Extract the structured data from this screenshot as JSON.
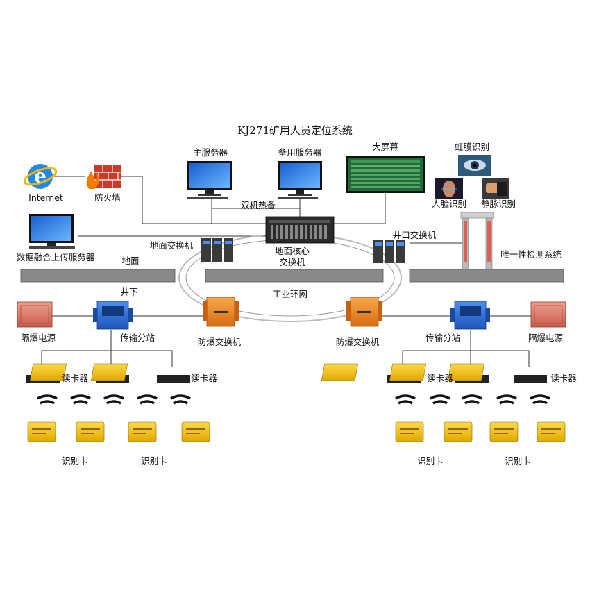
{
  "title": "KJ271矿用人员定位系统",
  "labels": {
    "main_server": "主服务器",
    "backup_server": "备用服务器",
    "big_screen": "大屏幕",
    "iris": "虹膜识别",
    "face": "人脸识别",
    "vein": "静脉识别",
    "internet": "Internet",
    "firewall": "防火墙",
    "dual_hot": "双机热备",
    "fusion_server": "数据融合上传服务器",
    "ground_switch": "地面交换机",
    "core_switch_1": "地面核心",
    "core_switch_2": "交换机",
    "well_switch": "井口交换机",
    "unique_detect": "唯一性检测系统",
    "surface": "地面",
    "underground": "井下",
    "ring": "工业环网",
    "power_left": "隔爆电源",
    "power_right": "隔爆电源",
    "substation_left": "传输分站",
    "substation_right": "传输分站",
    "ex_switch_left": "防爆交换机",
    "ex_switch_right": "防爆交换机",
    "reader_left_1": "读卡器",
    "reader_left_2": "读卡器",
    "reader_right_1": "读卡器",
    "reader_right_2": "读卡器",
    "card_1": "识别卡",
    "card_2": "识别卡",
    "card_3": "识别卡",
    "card_4": "识别卡"
  },
  "colors": {
    "ground_bar": "#8a8a8a",
    "power_box": "#e07a6a",
    "substation": "#2f6fd6",
    "ex_switch": "#f08c2a",
    "reader": "#f2c21b",
    "card": "#f2c21b",
    "screen": "#1f6b3a"
  }
}
